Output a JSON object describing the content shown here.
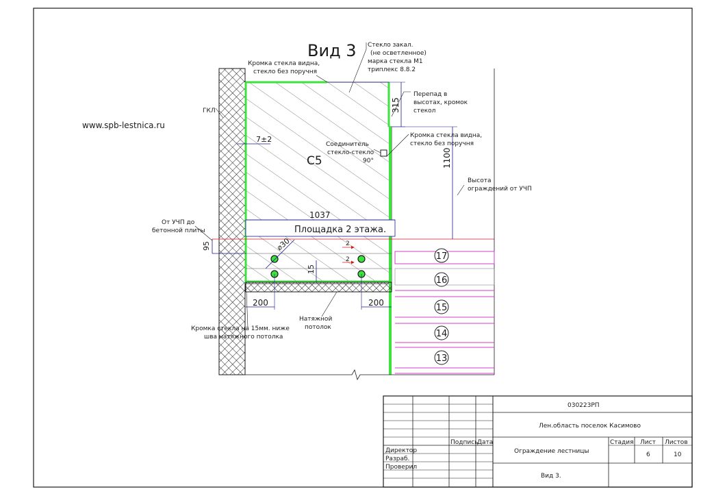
{
  "website": "www.spb-lestnica.ru",
  "drawing": {
    "view_title": "Вид 3",
    "panel_label": "С5",
    "platform_label": "Площадка 2 этажа.",
    "notes": {
      "glass_type": [
        "Стекло закал.",
        "(не осветленное)",
        "марка стекла М1",
        "триплекс 8.8.2"
      ],
      "edge_top_left": [
        "Кромка стекла видна,",
        "стекло без поручня"
      ],
      "gkl": "ГКЛ",
      "height_difference": [
        "Перепад в",
        "высотах, кромок",
        "стекол"
      ],
      "edge_right": [
        "Кромка стекла видна,",
        "стекло без поручня"
      ],
      "connector": [
        "Соединитель",
        "стекло-стекло",
        "90°"
      ],
      "railing_height": [
        "Высота",
        "ограждений от УЧП"
      ],
      "from_uchp": [
        "От УЧП до",
        "бетонной плиты"
      ],
      "glass_edge_below": [
        "Кромка стекла на 15мм. ниже",
        "шва натяжного потолка"
      ],
      "stretch_ceiling": [
        "Натяжной",
        "потолок"
      ]
    },
    "dimensions": {
      "gap": "7±2",
      "top_step": "315",
      "height": "1100",
      "width": "1037",
      "slab": "95",
      "diameter": "⌀30",
      "edge_offset": "15",
      "anchor_left": "200",
      "anchor_right": "200",
      "small_a": "2",
      "small_b": "2"
    },
    "step_numbers": [
      "17",
      "16",
      "15",
      "14",
      "13"
    ]
  },
  "title_block": {
    "project_code": "030223РП",
    "location": "Лен.область поселок Касимово",
    "subject": "Ограждение лестницы",
    "sheet_title": "Вид 3.",
    "headers": {
      "stage": "Стадия",
      "sheet": "Лист",
      "sheets": "Листов",
      "signature": "Подпись",
      "date": "Дата"
    },
    "sheet_number": "6",
    "total_sheets": "10",
    "roles": [
      "Директор",
      "Разраб.",
      "Проверил"
    ]
  },
  "colors": {
    "line": "#1a1a1a",
    "glass_edge": "#3de23d",
    "annotation": "#1a1a8c",
    "dimension_red": "#d61a1a",
    "step_lines": "#d63cc8"
  }
}
